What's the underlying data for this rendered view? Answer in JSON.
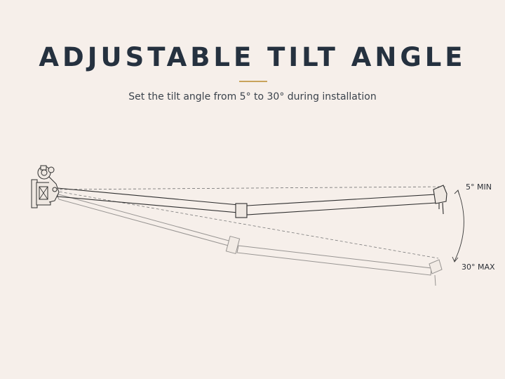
{
  "header": {
    "title": "ADJUSTABLE TILT ANGLE",
    "subtitle": "Set the tilt angle from 5° to 30° during installation"
  },
  "diagram": {
    "min_label": "5° MIN",
    "max_label": "30° MAX"
  },
  "colors": {
    "background": "#f6efea",
    "title": "#25313f",
    "accent_divider": "#c9a35c",
    "line_art": "#3a3a3a"
  }
}
